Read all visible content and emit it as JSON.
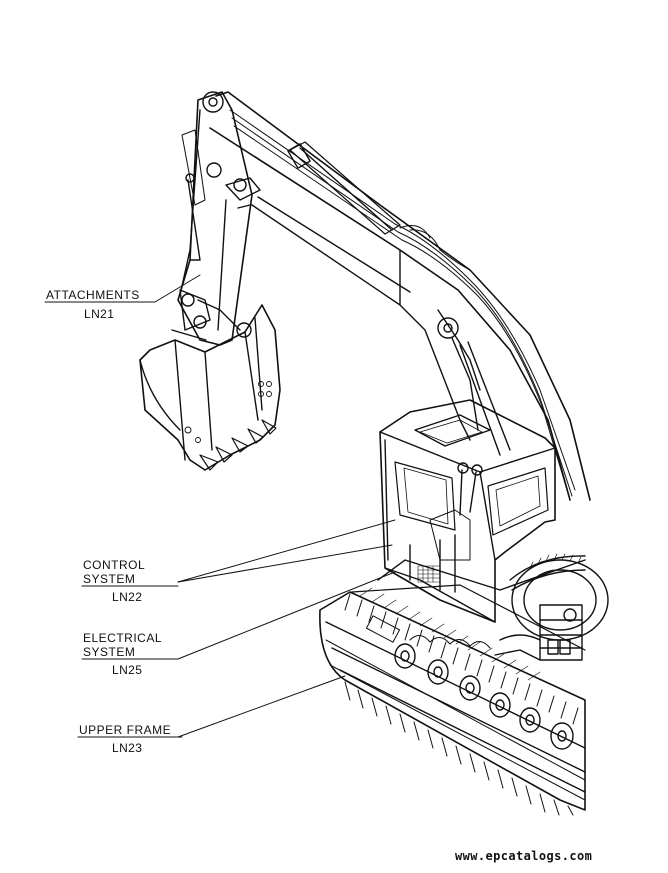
{
  "callouts": [
    {
      "id": "attachments",
      "label": "ATTACHMENTS",
      "code": "LN21"
    },
    {
      "id": "control",
      "label": "CONTROL SYSTEM",
      "line1": "CONTROL",
      "line2": "SYSTEM",
      "code": "LN22"
    },
    {
      "id": "electrical",
      "label": "ELECTRICAL SYSTEM",
      "line1": "ELECTRICAL",
      "line2": "SYSTEM",
      "code": "LN25"
    },
    {
      "id": "upper-frame",
      "label": "UPPER FRAME",
      "code": "LN23"
    }
  ],
  "footer": {
    "watermark": "www.epcatalogs.com"
  },
  "colors": {
    "ink": "#111111",
    "paper": "#ffffff"
  }
}
